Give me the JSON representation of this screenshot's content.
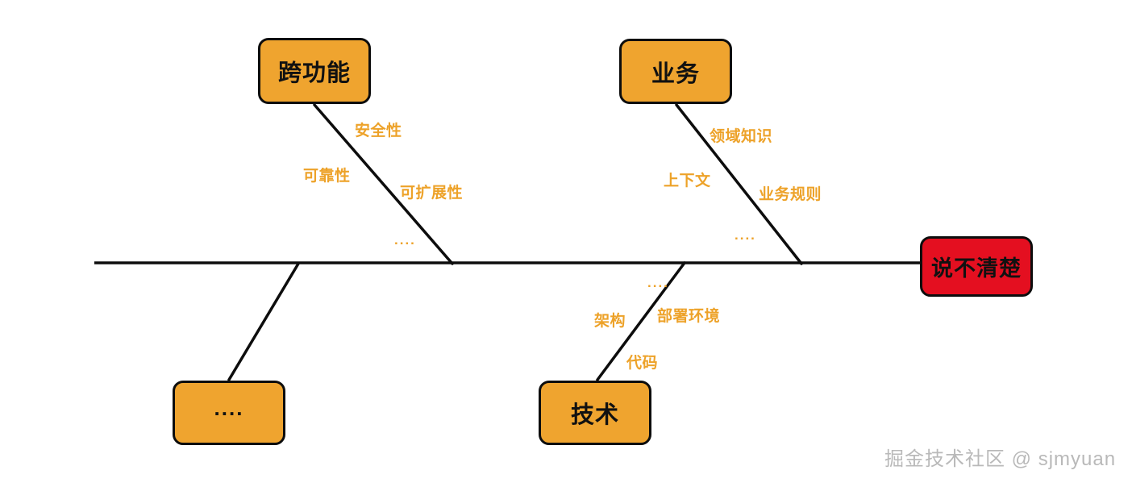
{
  "diagram": {
    "type": "fishbone-ishikawa",
    "title_text": "",
    "colors": {
      "cause_box_fill": "#efa42f",
      "effect_box_fill": "#e40f20",
      "label_text": "#eda229",
      "line": "#0d0d0d",
      "watermark": "#b9b9b9"
    },
    "effect": {
      "label": "说不清楚"
    },
    "categories": [
      {
        "key": "cross-functional",
        "label": "跨功能",
        "position": "top-left",
        "causes": [
          "安全性",
          "可靠性",
          "可扩展性",
          "...."
        ]
      },
      {
        "key": "business",
        "label": "业务",
        "position": "top-right",
        "causes": [
          "领域知识",
          "上下文",
          "业务规则",
          "...."
        ]
      },
      {
        "key": "technology",
        "label": "技术",
        "position": "bottom-right",
        "causes": [
          "....",
          "架构",
          "部署环境",
          "代码"
        ]
      },
      {
        "key": "other",
        "label": "....",
        "position": "bottom-left",
        "causes": []
      }
    ],
    "labels": {
      "cf_security": "安全性",
      "cf_reliability": "可靠性",
      "cf_scalability": "可扩展性",
      "cf_more": "....",
      "biz_domain": "领域知识",
      "biz_context": "上下文",
      "biz_rules": "业务规则",
      "biz_more": "....",
      "tech_more": "....",
      "tech_architecture": "架构",
      "tech_deployment": "部署环境",
      "tech_code": "代码"
    },
    "boxes": {
      "cross_functional": "跨功能",
      "business": "业务",
      "technology": "技术",
      "other": "....",
      "effect": "说不清楚"
    },
    "watermark": "掘金技术社区 @ sjmyuan"
  }
}
